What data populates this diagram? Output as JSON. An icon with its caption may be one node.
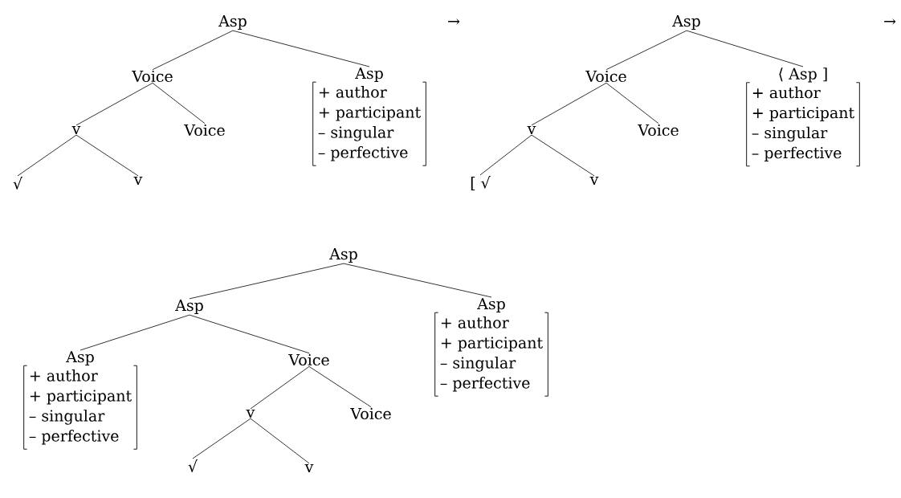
{
  "diagram": {
    "nodes": [
      {
        "text": [
          "Asp"
        ]
      },
      {
        "text": [
          "Voice"
        ]
      },
      {
        "text": [
          "Asp",
          "+ author",
          "+ participant",
          "– singular",
          "– perfective"
        ]
      },
      {
        "text": [
          "v"
        ]
      },
      {
        "text": [
          "Voice"
        ]
      },
      {
        "text": [
          "√"
        ]
      },
      {
        "text": [
          "v"
        ]
      },
      {
        "text": [
          "Asp"
        ]
      },
      {
        "text": [
          "Voice"
        ]
      },
      {
        "text": [
          "⟨ Asp ]",
          "+ author",
          "+ participant",
          "– singular",
          "– perfective"
        ]
      },
      {
        "text": [
          "v"
        ]
      },
      {
        "text": [
          "Voice"
        ]
      },
      {
        "text": [
          "[ √"
        ]
      },
      {
        "text": [
          "v"
        ]
      },
      {
        "text": [
          "Asp"
        ]
      },
      {
        "text": [
          "Asp"
        ]
      },
      {
        "text": [
          "Asp",
          "+ author",
          "+ participant",
          "– singular",
          "– perfective"
        ]
      },
      {
        "text": [
          "Asp",
          "+ author",
          "+ participant",
          "– singular",
          "– perfective"
        ]
      },
      {
        "text": [
          "Voice"
        ]
      },
      {
        "text": [
          "v"
        ]
      },
      {
        "text": [
          "Voice"
        ]
      },
      {
        "text": [
          "√"
        ]
      },
      {
        "text": [
          "v"
        ]
      }
    ],
    "edges": [
      {
        "from": 0,
        "to": 1,
        "arrow": "none"
      },
      {
        "from": 0,
        "to": 2,
        "arrow": "none"
      },
      {
        "from": 1,
        "to": 3,
        "arrow": "none"
      },
      {
        "from": 1,
        "to": 4,
        "arrow": "none"
      },
      {
        "from": 3,
        "to": 5,
        "arrow": "none"
      },
      {
        "from": 3,
        "to": 6,
        "arrow": "none"
      },
      {
        "from": 7,
        "to": 8,
        "arrow": "none"
      },
      {
        "from": 7,
        "to": 9,
        "arrow": "none"
      },
      {
        "from": 8,
        "to": 10,
        "arrow": "none"
      },
      {
        "from": 8,
        "to": 11,
        "arrow": "none"
      },
      {
        "from": 10,
        "to": 12,
        "arrow": "none"
      },
      {
        "from": 10,
        "to": 13,
        "arrow": "none"
      },
      {
        "from": 14,
        "to": 15,
        "arrow": "none"
      },
      {
        "from": 14,
        "to": 16,
        "arrow": "none"
      },
      {
        "from": 15,
        "to": 17,
        "arrow": "none"
      },
      {
        "from": 15,
        "to": 18,
        "arrow": "none"
      },
      {
        "from": 18,
        "to": 19,
        "arrow": "none"
      },
      {
        "from": 18,
        "to": 20,
        "arrow": "none"
      },
      {
        "from": 19,
        "to": 21,
        "arrow": "none"
      },
      {
        "from": 19,
        "to": 22,
        "arrow": "none"
      }
    ],
    "labels": [
      "→",
      "→"
    ]
  }
}
